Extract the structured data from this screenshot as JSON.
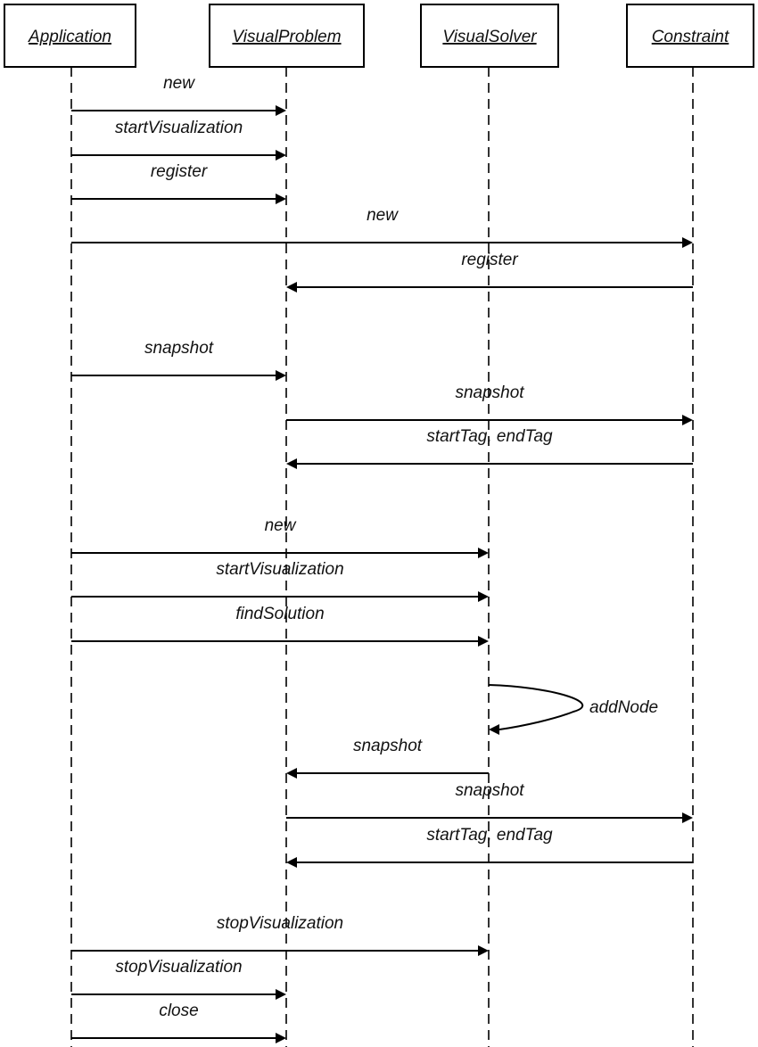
{
  "lifelines": [
    {
      "id": "app",
      "name": "Application"
    },
    {
      "id": "vp",
      "name": "VisualProblem"
    },
    {
      "id": "vs",
      "name": "VisualSolver"
    },
    {
      "id": "con",
      "name": "Constraint"
    }
  ],
  "messages": [
    {
      "from": "app",
      "to": "vp",
      "label": "new"
    },
    {
      "from": "app",
      "to": "vp",
      "label": "startVisualization"
    },
    {
      "from": "app",
      "to": "vp",
      "label": "register"
    },
    {
      "from": "app",
      "to": "con",
      "label": "new"
    },
    {
      "from": "con",
      "to": "vp",
      "label": "register"
    },
    {
      "from": "app",
      "to": "vp",
      "label": "snapshot"
    },
    {
      "from": "vp",
      "to": "con",
      "label": "snapshot"
    },
    {
      "from": "con",
      "to": "vp",
      "label": "startTag, endTag"
    },
    {
      "from": "app",
      "to": "vs",
      "label": "new"
    },
    {
      "from": "app",
      "to": "vs",
      "label": "startVisualization"
    },
    {
      "from": "app",
      "to": "vs",
      "label": "findSolution"
    },
    {
      "from": "vs",
      "to": "vs",
      "label": "addNode"
    },
    {
      "from": "vs",
      "to": "vp",
      "label": "snapshot"
    },
    {
      "from": "vp",
      "to": "con",
      "label": "snapshot"
    },
    {
      "from": "con",
      "to": "vp",
      "label": "startTag, endTag"
    },
    {
      "from": "app",
      "to": "vs",
      "label": "stopVisualization"
    },
    {
      "from": "app",
      "to": "vp",
      "label": "stopVisualization"
    },
    {
      "from": "app",
      "to": "vp",
      "label": "close"
    }
  ]
}
